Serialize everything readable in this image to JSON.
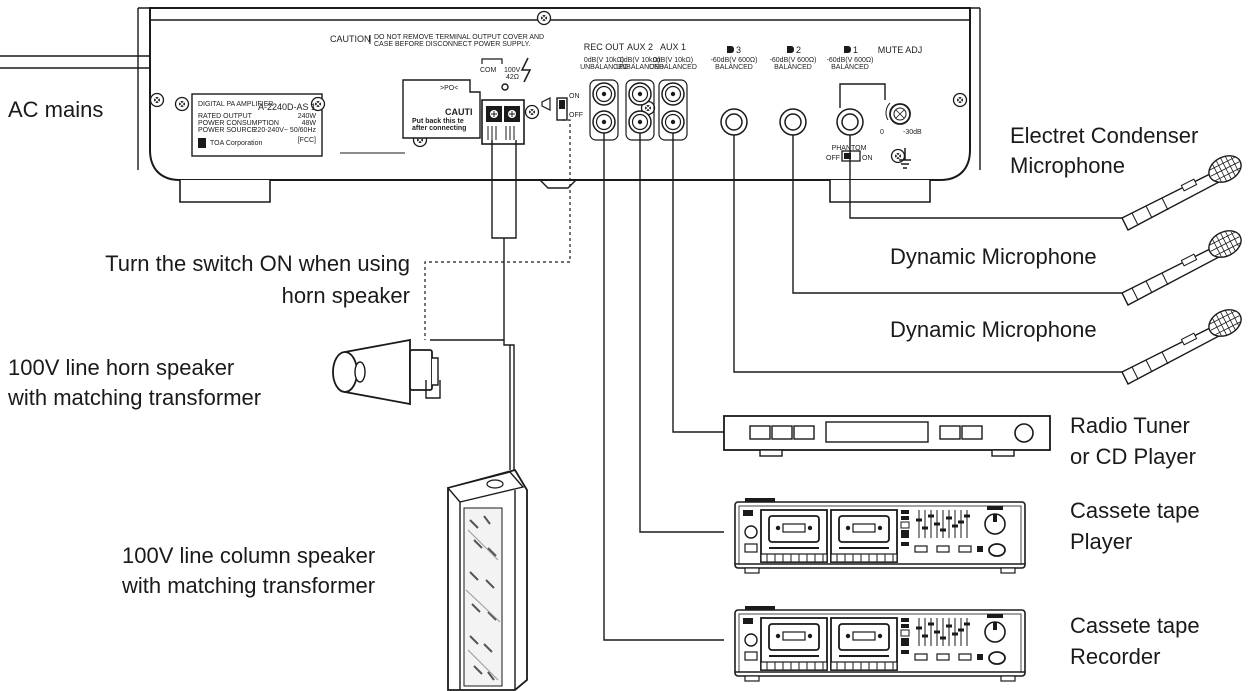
{
  "labels": {
    "ac_mains": "AC mains",
    "switch_note_1": "Turn the switch ON when using",
    "switch_note_2": "horn speaker",
    "horn_1": "100V line horn speaker",
    "horn_2": "with matching transformer",
    "column_1": "100V line column speaker",
    "column_2": "with matching transformer",
    "electret_1": "Electret Condenser",
    "electret_2": "Microphone",
    "dynamic_1": "Dynamic Microphone",
    "dynamic_2": "Dynamic Microphone",
    "radio_1": "Radio Tuner",
    "radio_2": "or CD Player",
    "tape_player_1": "Cassete tape",
    "tape_player_2": "Player",
    "tape_recorder_1": "Cassete tape",
    "tape_recorder_2": "Recorder"
  },
  "panel": {
    "caution": "CAUTION",
    "caution_text_1": "DO NOT REMOVE TERMINAL OUTPUT COVER AND",
    "caution_text_2": "CASE BEFORE DISCONNECT POWER SUPPLY.",
    "rec_out": "REC OUT",
    "aux2": "AUX 2",
    "aux1": "AUX 1",
    "in3": "3",
    "in2": "2",
    "in1": "1",
    "mute_adj": "MUTE ADJ",
    "rca_spec_1": "0dB(V 10kΩ)",
    "rca_spec_2": "UNBALANCED",
    "mic_spec_1": "-60dB(V 600Ω)",
    "mic_spec_2": "BALANCED",
    "com": "COM",
    "v100": "100V",
    "ohm": "42Ω",
    "on": "ON",
    "off": "OFF",
    "phantom": "PHANTOM",
    "phantom_off": "OFF",
    "phantom_on": "ON",
    "knob_min": "0",
    "knob_max": "-30dB",
    "label_line_1": "DIGITAL PA AMPLIFIER",
    "label_model": "A-2240D-AS 1",
    "label_line_2": "RATED OUTPUT",
    "label_val_2": "240W",
    "label_line_3": "POWER CONSUMPTION",
    "label_val_3": "48W",
    "label_line_4": "POWER SOURCE",
    "label_val_4": "220-240V~ 50/60Hz",
    "label_maker": "TOA Corporation",
    "label_fcc": "[FCC]",
    "cover_title": "CAUTI",
    "cover_text_1": "Put back this te",
    "cover_text_2": "after connecting",
    "cover_symbol": ">PO<"
  },
  "colors": {
    "line": "#1a1a1a",
    "panel_fill": "#ffffff"
  }
}
